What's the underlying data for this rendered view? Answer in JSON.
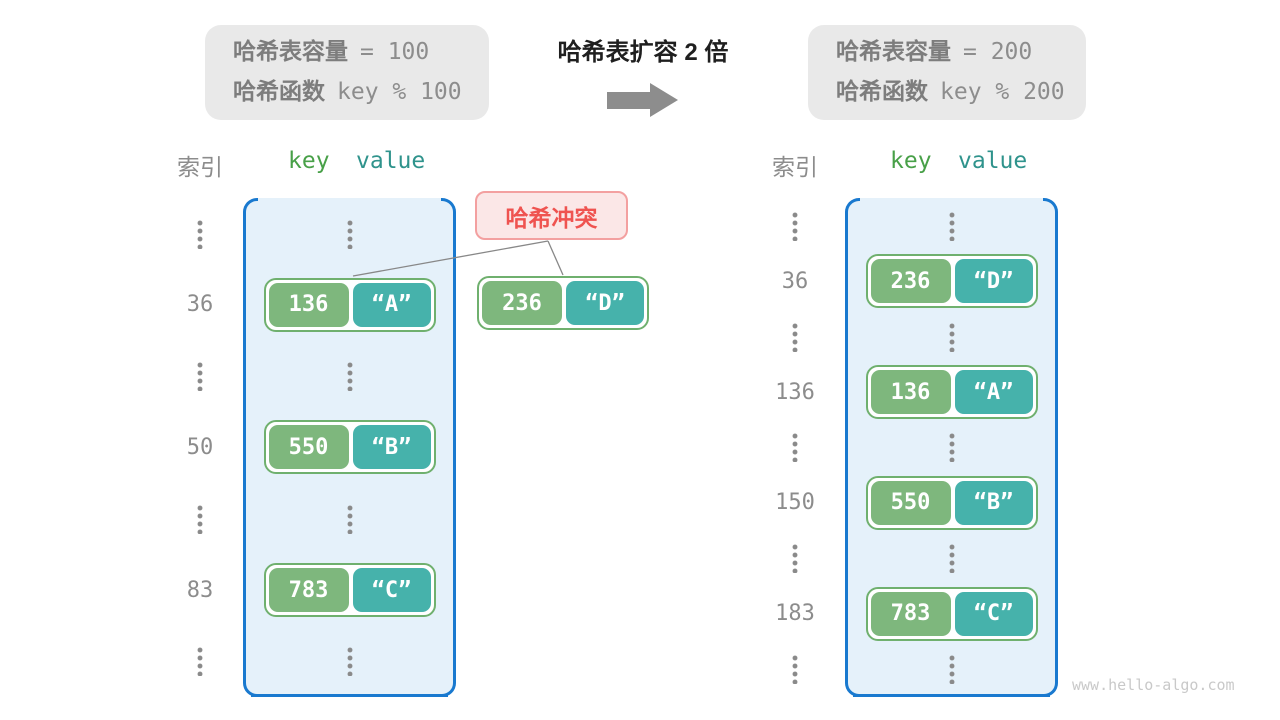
{
  "left_info": {
    "capacity_label": "哈希表容量",
    "capacity_value": "= 100",
    "hash_label": "哈希函数",
    "hash_value": "key % 100"
  },
  "right_info": {
    "capacity_label": "哈希表容量",
    "capacity_value": "= 200",
    "hash_label": "哈希函数",
    "hash_value": "key % 200"
  },
  "transform": {
    "title": "哈希表扩容 2 倍"
  },
  "columns": {
    "index_label": "索引",
    "key_label": "key",
    "value_label": "value"
  },
  "collision": {
    "label": "哈希冲突",
    "pair": {
      "key": "236",
      "value": "“D”"
    }
  },
  "left_table": {
    "rows": [
      {
        "type": "ellipsis"
      },
      {
        "type": "pair",
        "index": "36",
        "key": "136",
        "value": "“A”"
      },
      {
        "type": "ellipsis"
      },
      {
        "type": "pair",
        "index": "50",
        "key": "550",
        "value": "“B”"
      },
      {
        "type": "ellipsis"
      },
      {
        "type": "pair",
        "index": "83",
        "key": "783",
        "value": "“C”"
      },
      {
        "type": "ellipsis"
      }
    ]
  },
  "right_table": {
    "rows": [
      {
        "type": "ellipsis"
      },
      {
        "type": "pair",
        "index": "36",
        "key": "236",
        "value": "“D”"
      },
      {
        "type": "ellipsis"
      },
      {
        "type": "pair",
        "index": "136",
        "key": "136",
        "value": "“A”"
      },
      {
        "type": "ellipsis"
      },
      {
        "type": "pair",
        "index": "150",
        "key": "550",
        "value": "“B”"
      },
      {
        "type": "ellipsis"
      },
      {
        "type": "pair",
        "index": "183",
        "key": "783",
        "value": "“C”"
      },
      {
        "type": "ellipsis"
      }
    ]
  },
  "watermark": "www.hello-algo.com",
  "colors": {
    "key_box_green": "#7eb77d",
    "value_box_teal": "#46b2ab",
    "pair_border_green": "#6fb06e",
    "table_fill_blue": "#e5f1fa",
    "table_border_blue": "#1979cf",
    "collision_red": "#ef5350",
    "collision_bg": "#fbe7e7",
    "info_box_gray": "#e9e9e9",
    "arrow_gray": "#8d8d8d",
    "text_gray": "#8c8c8c"
  }
}
